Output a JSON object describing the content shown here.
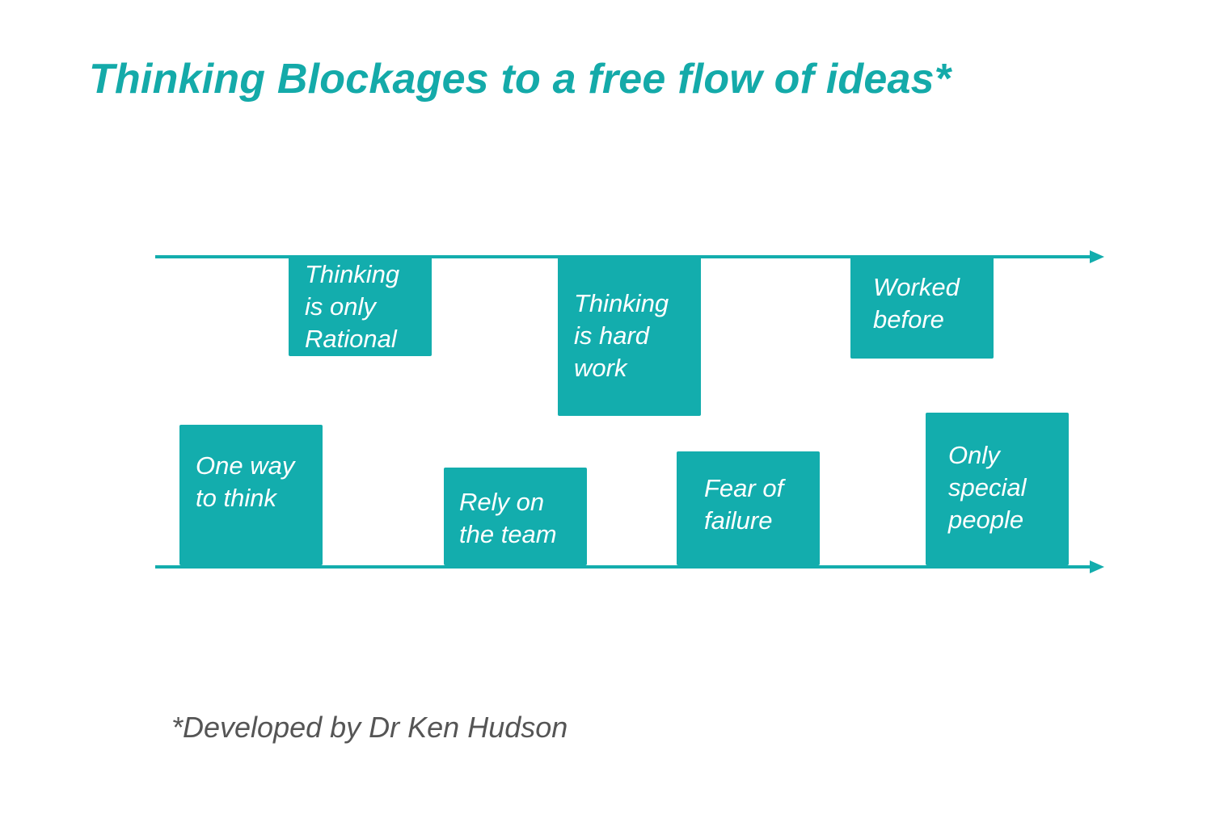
{
  "title": "Thinking Blockages to a free flow of ideas*",
  "colors": {
    "accent": "#13adad",
    "title": "#14aaa9",
    "footnote": "#555555"
  },
  "blockages_top": [
    {
      "label": "Thinking\nis only\nRational"
    },
    {
      "label": "Thinking\nis hard\nwork"
    },
    {
      "label": "Worked\nbefore"
    }
  ],
  "blockages_bottom": [
    {
      "label": "One way\nto think"
    },
    {
      "label": "Rely on\nthe team"
    },
    {
      "label": "Fear of\nfailure"
    },
    {
      "label": "Only\nspecial\npeople"
    }
  ],
  "footnote": "*Developed by Dr Ken Hudson"
}
